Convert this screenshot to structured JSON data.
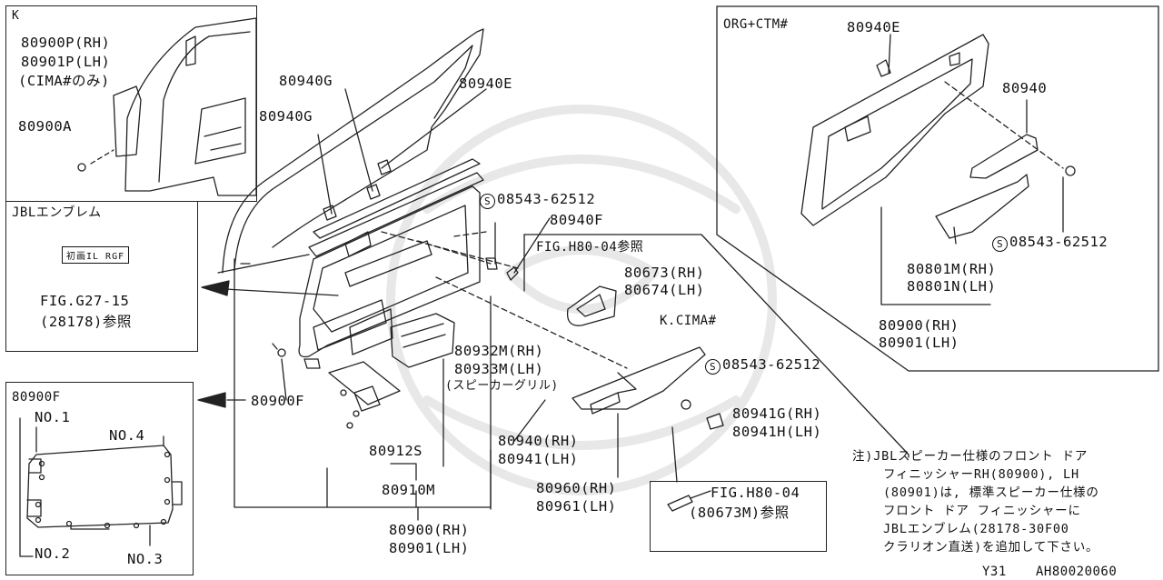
{
  "insets": {
    "k": {
      "title": "K",
      "lines": [
        "80900P(RH)",
        "80901P(LH)",
        "(CIMA#のみ)"
      ],
      "part_a": "80900A"
    },
    "jbl": {
      "title": "JBLエンブレム",
      "emblem_text": "初画IL RGF",
      "ref1": "FIG.G27-15",
      "ref2": "(28178)参照"
    },
    "f": {
      "title": "80900F",
      "no1": "NO.1",
      "no2": "NO.2",
      "no3": "NO.3",
      "no4": "NO.4"
    },
    "org": {
      "title": "ORG+CTM#",
      "p1": "80940E",
      "p2": "80940",
      "p3_code": "08543-62512",
      "p4": "80801M(RH)",
      "p5": "80801N(LH)",
      "p6": "80900(RH)",
      "p7": "80901(LH)"
    },
    "cima": {
      "title": "FIG.H80-04参照",
      "p1": "80673(RH)",
      "p2": "80674(LH)",
      "tag": "K.CIMA#"
    },
    "h80": {
      "ref1": "FIG.H80-04",
      "ref2": "(80673M)参照"
    }
  },
  "main": {
    "p_80940g_a": "80940G",
    "p_80940g_b": "80940G",
    "p_80940e": "80940E",
    "p_screw1_code": "08543-62512",
    "p_80940f": "80940F",
    "p_80900f": "80900F",
    "p_80932m": "80932M(RH)",
    "p_80933m": "80933M(LH)",
    "p_speaker": "(スピーカーグリル)",
    "p_screw2_code": "08543-62512",
    "p_80941g": "80941G(RH)",
    "p_80941h": "80941H(LH)",
    "p_80940rh": "80940(RH)",
    "p_80941lh": "80941(LH)",
    "p_80912s": "80912S",
    "p_80910m": "80910M",
    "p_80960": "80960(RH)",
    "p_80961": "80961(LH)",
    "p_80900rh": "80900(RH)",
    "p_80901lh": "80901(LH)"
  },
  "note": {
    "lines": [
      "注)JBLスピーカー仕様のフロント ドア",
      "フィニッシャーRH(80900), LH",
      "(80901)は, 標準スピーカー仕様の",
      "フロント ドア フィニッシャーに",
      "JBLエンブレム(28178-30F00",
      "クラリオン直送)を追加して下さい。"
    ]
  },
  "footer": {
    "model": "Y31",
    "code": "AH80020060"
  }
}
